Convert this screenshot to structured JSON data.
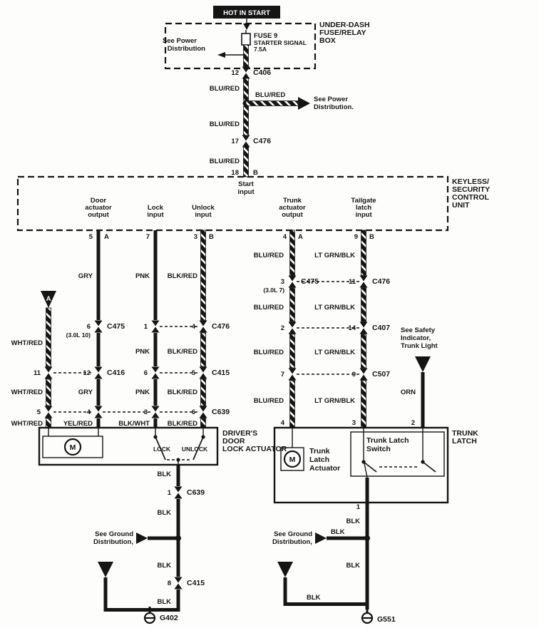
{
  "top": {
    "hot_in_start": "HOT IN START",
    "fuse_box_title": [
      "UNDER-DASH",
      "FUSE/RELAY",
      "BOX"
    ],
    "fuse_name": "FUSE 9",
    "fuse_line1": "STARTER SIGNAL",
    "fuse_line2": "7.5A",
    "see_power": [
      "See Power",
      "Distribution"
    ],
    "see_power_right": [
      "See Power",
      "Distribution."
    ],
    "c406_pin": "12",
    "c406": "C406",
    "c476_pin": "17",
    "c476": "C476",
    "pin18": "18",
    "pin18_letter": "B"
  },
  "wires": {
    "blu_red": "BLU/RED",
    "wht_red": "WHT/RED",
    "gry": "GRY",
    "pnk": "PNK",
    "blk_red": "BLK/RED",
    "lt_grn_blk": "LT GRN/BLK",
    "yel_red": "YEL/RED",
    "blk_wht": "BLK/WHT",
    "orn": "ORN",
    "blk": "BLK"
  },
  "unit": {
    "title": [
      "KEYLESS/",
      "SECURITY",
      "CONTROL",
      "UNIT"
    ],
    "start_input": [
      "Start",
      "input"
    ],
    "col1": [
      "Door",
      "actuator",
      "output"
    ],
    "col2": [
      "Lock",
      "input"
    ],
    "col3": [
      "Unlock",
      "input"
    ],
    "col4": [
      "Trunk",
      "actuator",
      "output"
    ],
    "col5": [
      "Tailgate",
      "latch",
      "input"
    ],
    "pins": {
      "p5": "5",
      "a1": "A",
      "p7": "7",
      "p3": "3",
      "b1": "B",
      "p4": "4",
      "a2": "A",
      "p9": "9",
      "b2": "B"
    }
  },
  "left": {
    "ref_a": "A",
    "c475_pin": "6",
    "c475": "C475",
    "c475_variant": "(3.0L 10)",
    "c476_pin_l": "1",
    "c476_pin_r": "4",
    "c476": "C476",
    "c416_pin_l": "11",
    "c416_pin_r": "12",
    "c416": "C416",
    "c415_pin_l": "6",
    "c415_pin_r": "5",
    "c415": "C415",
    "c639_pins": [
      "5",
      "4",
      "3",
      "6"
    ],
    "c639": "C639"
  },
  "door_actuator": {
    "title": [
      "DRIVER'S",
      "DOOR",
      "LOCK ACTUATOR"
    ],
    "motor": "M",
    "lock": "LOCK",
    "unlock": "UNLOCK"
  },
  "bottom_left": {
    "c639_pin": "1",
    "c639": "C639",
    "see_ground": [
      "See Ground",
      "Distribution,"
    ],
    "c415_pin": "8",
    "c415": "C415",
    "ground": "G402"
  },
  "right": {
    "c475_pin": "3",
    "c475": "C475",
    "c475_variant": "(3.0L 7)",
    "c476_pin": "11",
    "c476": "C476",
    "c407_pin_l": "2",
    "c407_pin_r": "14",
    "c407": "C407",
    "c507_pin_l": "7",
    "c507_pin_r": "9",
    "c507": "C507",
    "see_safety": [
      "See Safety",
      "Indicator,",
      "Trunk Light"
    ],
    "trunk_pins": [
      "4",
      "3",
      "2"
    ]
  },
  "trunk_latch": {
    "title": [
      "TRUNK",
      "LATCH"
    ],
    "actuator": [
      "Trunk",
      "Latch",
      "Actuator"
    ],
    "switch": [
      "Trunk Latch",
      "Switch"
    ],
    "motor": "M"
  },
  "bottom_right": {
    "pin1": "1",
    "see_ground": [
      "See Ground",
      "Distribution,"
    ],
    "ground": "G551"
  }
}
